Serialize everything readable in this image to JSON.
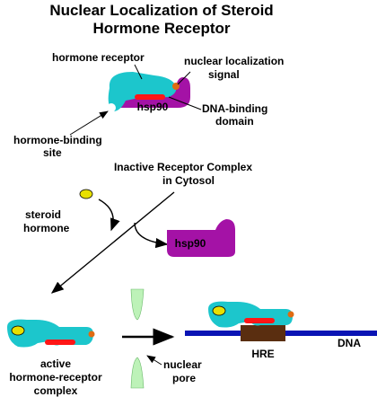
{
  "title": {
    "line1": "Nuclear Localization of Steroid",
    "line2": "Hormone Receptor"
  },
  "labels": {
    "hormone_receptor": "hormone receptor",
    "nls_line1": "nuclear localization",
    "nls_line2": "signal",
    "hsp90_complex": "hsp90",
    "dna_binding_line1": "DNA-binding",
    "dna_binding_line2": "domain",
    "hormone_binding_line1": "hormone-binding",
    "hormone_binding_line2": "site",
    "inactive_line1": "Inactive Receptor Complex",
    "inactive_line2": "in Cytosol",
    "steroid_line1": "steroid",
    "steroid_line2": "hormone",
    "hsp90_free": "hsp90",
    "active_line1": "active",
    "active_line2": "hormone-receptor",
    "active_line3": "complex",
    "nuclear_line1": "nuclear",
    "nuclear_line2": "pore",
    "hre": "HRE",
    "dna": "DNA"
  },
  "colors": {
    "receptor": "#1cc6cc",
    "hsp90": "#a412a6",
    "dna_binding_bar": "#ff1616",
    "nls_dot": "#e06b12",
    "hormone": "#e8e000",
    "pore": "#bdf2b8",
    "dna": "#0a14b4",
    "hre": "#5a2e10"
  }
}
